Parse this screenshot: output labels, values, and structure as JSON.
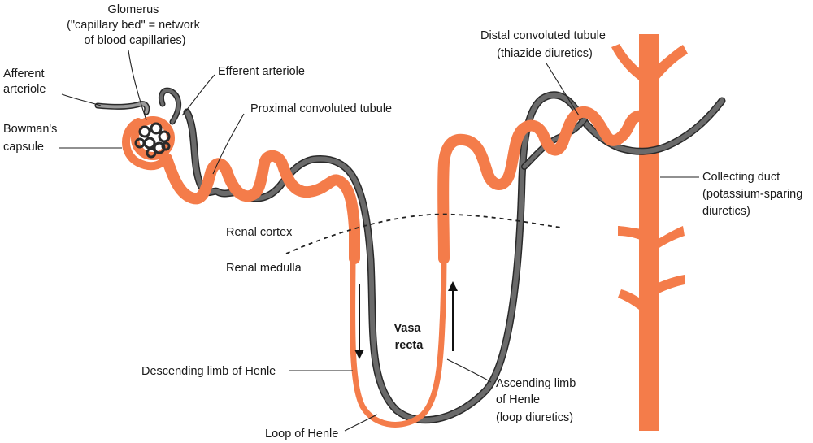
{
  "labels": {
    "glomerus": [
      "Glomerus",
      "(\"capillary bed\" = network",
      "of blood capillaries)"
    ],
    "afferent": [
      "Afferent",
      "arteriole"
    ],
    "efferent": [
      "Efferent arteriole"
    ],
    "bowmans": [
      "Bowman's",
      "capsule"
    ],
    "proximal": [
      "Proximal convoluted tubule"
    ],
    "distal": [
      "Distal convoluted tubule",
      "(thiazide diuretics)"
    ],
    "collecting": [
      "Collecting duct",
      "(potassium-sparing",
      "diuretics)"
    ],
    "cortex": [
      "Renal cortex"
    ],
    "medulla": [
      "Renal medulla"
    ],
    "vasa_recta": [
      "Vasa",
      "recta"
    ],
    "descending": [
      "Descending limb of Henle"
    ],
    "ascending": [
      "Ascending limb",
      "of Henle",
      "(loop diuretics)"
    ],
    "loop": [
      "Loop of Henle"
    ]
  },
  "colors": {
    "tubule": "#f47c4a",
    "vessel": "#5e5e5e",
    "vessel_edge": "#2a2a2a",
    "text": "#1a1a1a"
  }
}
